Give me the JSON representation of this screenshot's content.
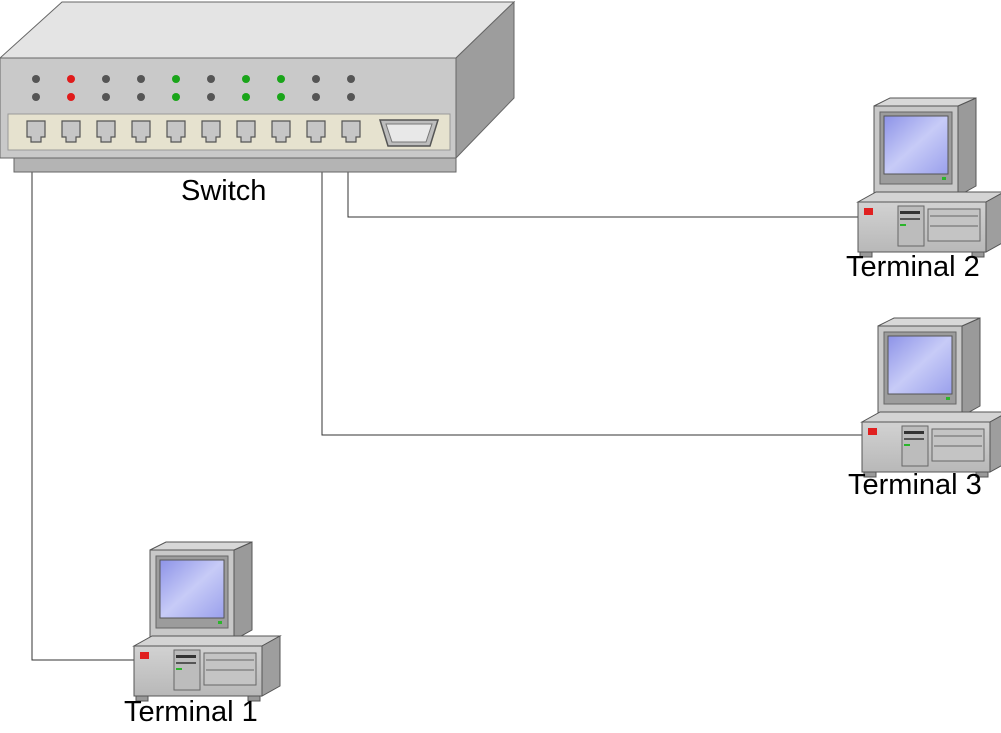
{
  "switch": {
    "label": "Switch",
    "ports": 10,
    "leds": [
      [
        "gray",
        "gray"
      ],
      [
        "red",
        "red"
      ],
      [
        "gray",
        "gray"
      ],
      [
        "gray",
        "gray"
      ],
      [
        "green",
        "green"
      ],
      [
        "gray",
        "gray"
      ],
      [
        "green",
        "green"
      ],
      [
        "green",
        "green"
      ],
      [
        "gray",
        "gray"
      ],
      [
        "gray",
        "gray"
      ]
    ]
  },
  "terminals": [
    {
      "id": "terminal-1",
      "label": "Terminal 1",
      "port": 1
    },
    {
      "id": "terminal-2",
      "label": "Terminal 2",
      "port": 10
    },
    {
      "id": "terminal-3",
      "label": "Terminal 3",
      "port": 9
    }
  ],
  "colors": {
    "led_red": "#e01b1b",
    "led_green": "#1aa51a",
    "led_gray": "#555555",
    "screen": "#b9bff5",
    "case": "#c9c9c9",
    "port_strip": "#e6e2cf"
  }
}
